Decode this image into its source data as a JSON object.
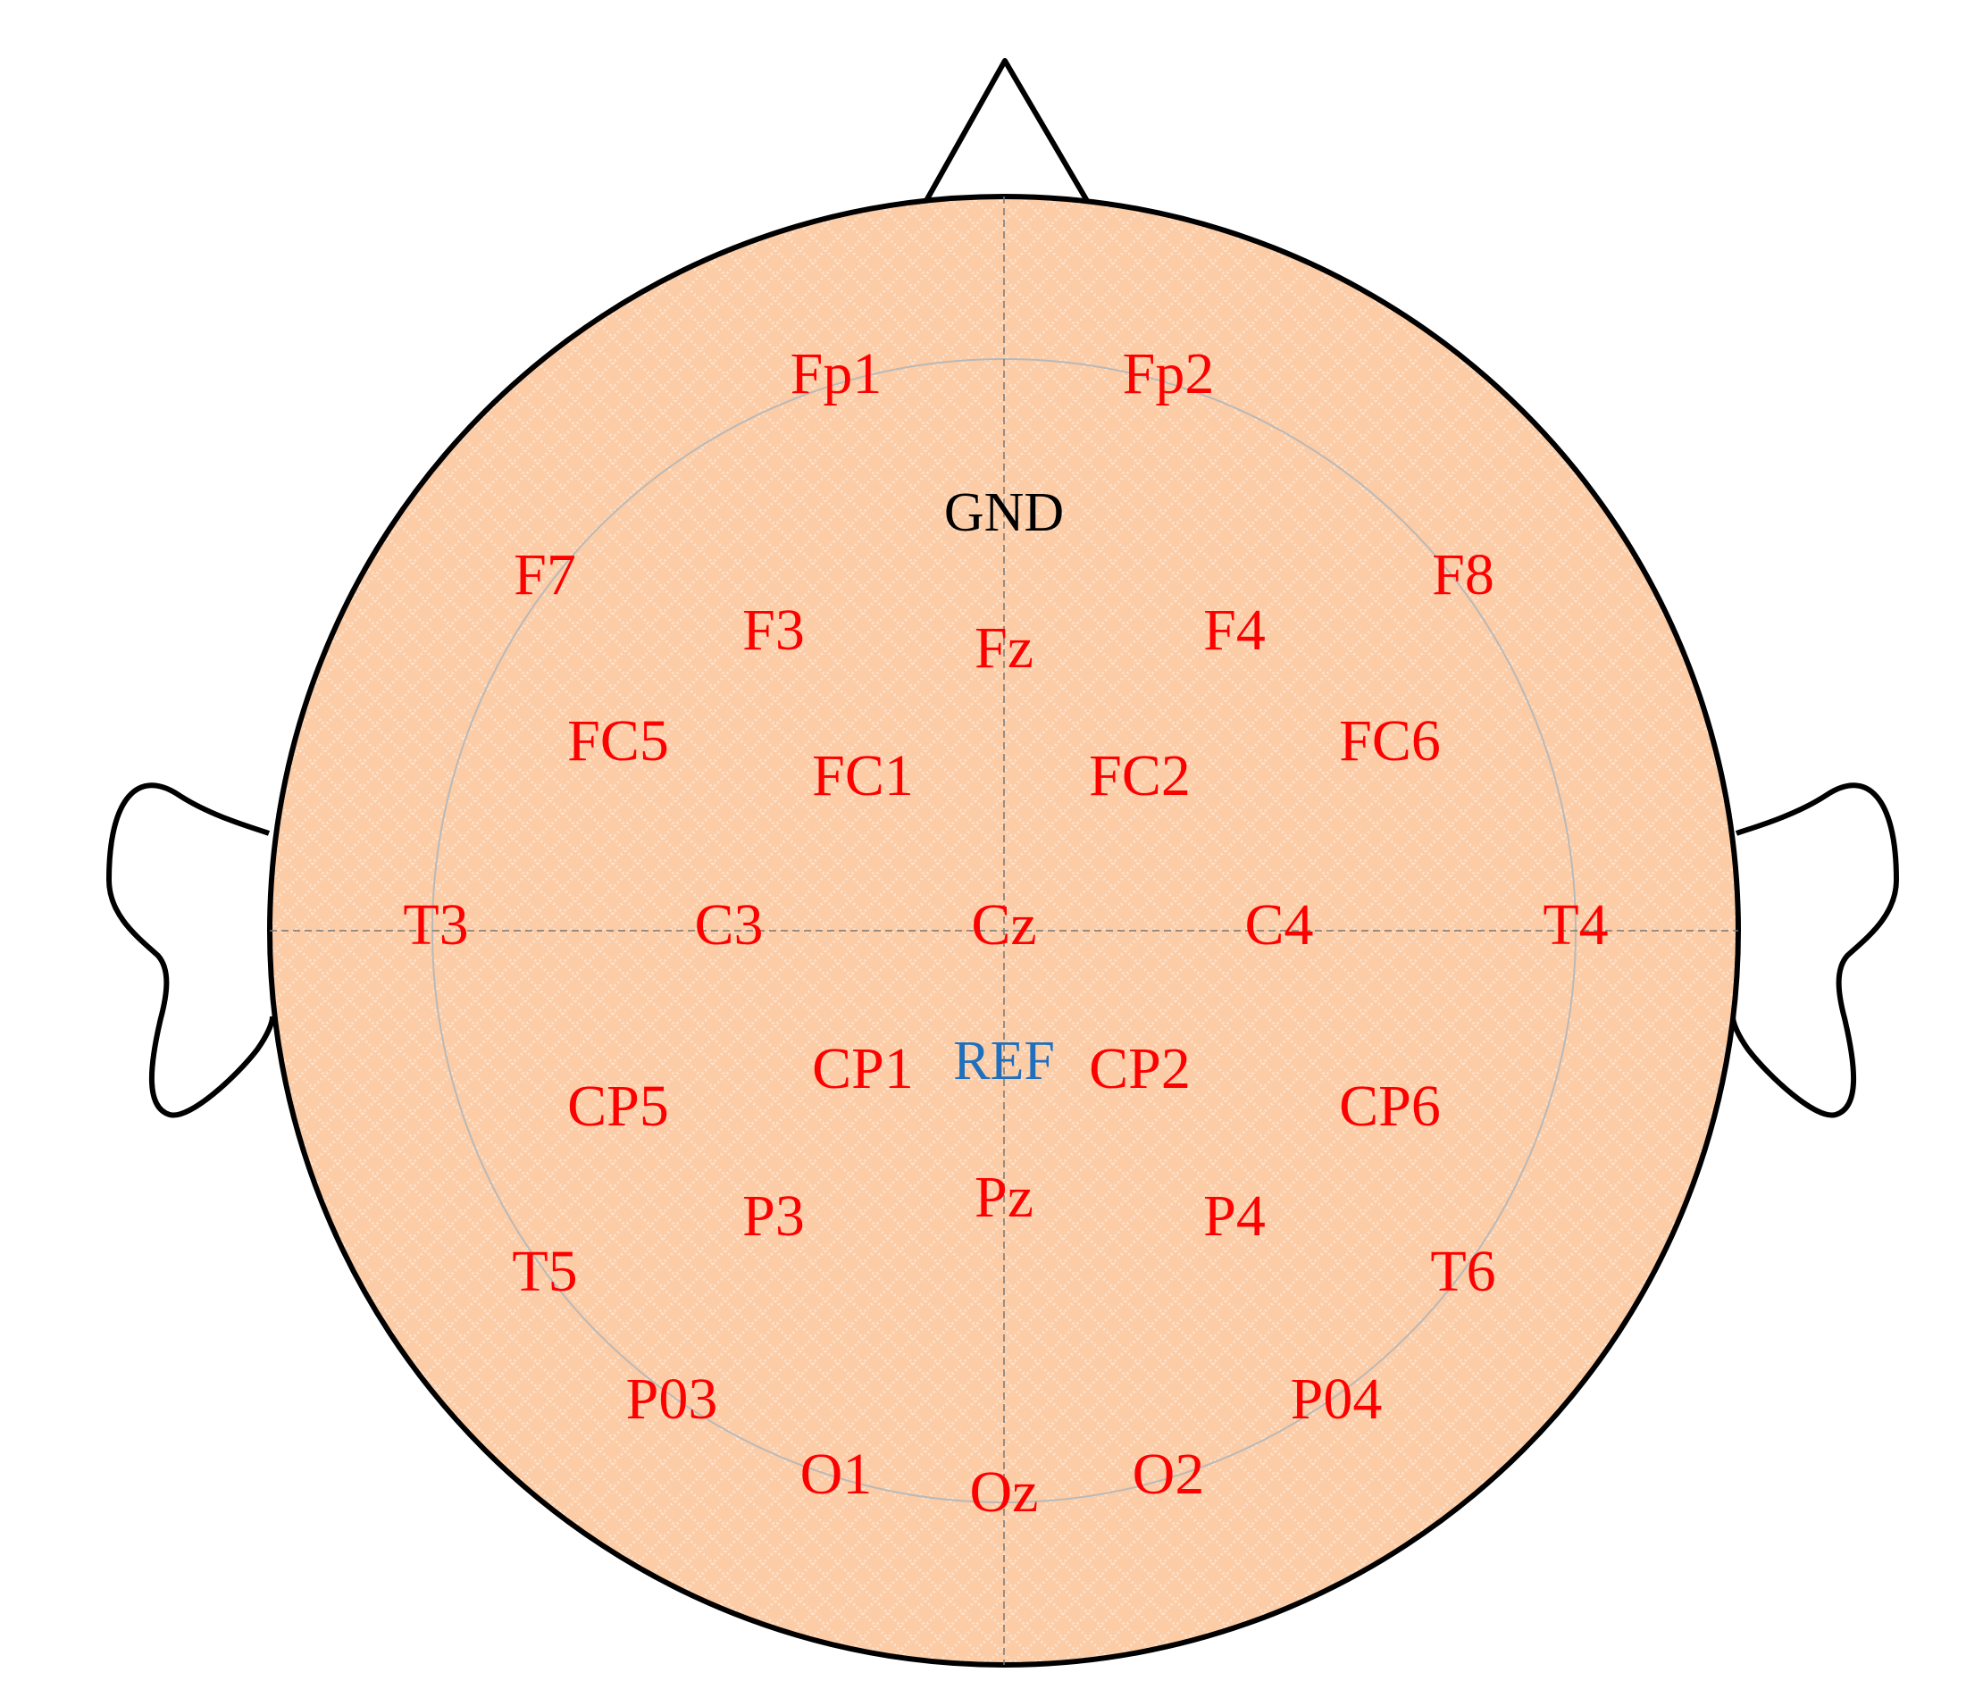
{
  "colors": {
    "scalp_fill": "#fccca6",
    "outline": "#000000",
    "inner_circle": "#b9b9b9",
    "axis_line": "#777777",
    "electrode_label": "#ff0000",
    "ground_label": "#000000",
    "reference_label": "#1f6fbd"
  },
  "electrodes": [
    {
      "id": "Fp1",
      "label": "Fp1"
    },
    {
      "id": "Fp2",
      "label": "Fp2"
    },
    {
      "id": "F7",
      "label": "F7"
    },
    {
      "id": "F3",
      "label": "F3"
    },
    {
      "id": "Fz",
      "label": "Fz"
    },
    {
      "id": "F4",
      "label": "F4"
    },
    {
      "id": "F8",
      "label": "F8"
    },
    {
      "id": "FC5",
      "label": "FC5"
    },
    {
      "id": "FC1",
      "label": "FC1"
    },
    {
      "id": "FC2",
      "label": "FC2"
    },
    {
      "id": "FC6",
      "label": "FC6"
    },
    {
      "id": "T3",
      "label": "T3"
    },
    {
      "id": "C3",
      "label": "C3"
    },
    {
      "id": "Cz",
      "label": "Cz"
    },
    {
      "id": "C4",
      "label": "C4"
    },
    {
      "id": "T4",
      "label": "T4"
    },
    {
      "id": "CP5",
      "label": "CP5"
    },
    {
      "id": "CP1",
      "label": "CP1"
    },
    {
      "id": "CP2",
      "label": "CP2"
    },
    {
      "id": "CP6",
      "label": "CP6"
    },
    {
      "id": "P3",
      "label": "P3"
    },
    {
      "id": "Pz",
      "label": "Pz"
    },
    {
      "id": "P4",
      "label": "P4"
    },
    {
      "id": "T5",
      "label": "T5"
    },
    {
      "id": "T6",
      "label": "T6"
    },
    {
      "id": "PO3",
      "label": "P03"
    },
    {
      "id": "PO4",
      "label": "P04"
    },
    {
      "id": "O1",
      "label": "O1"
    },
    {
      "id": "Oz",
      "label": "Oz"
    },
    {
      "id": "O2",
      "label": "O2"
    }
  ],
  "ground": {
    "label": "GND"
  },
  "reference": {
    "label": "REF"
  }
}
